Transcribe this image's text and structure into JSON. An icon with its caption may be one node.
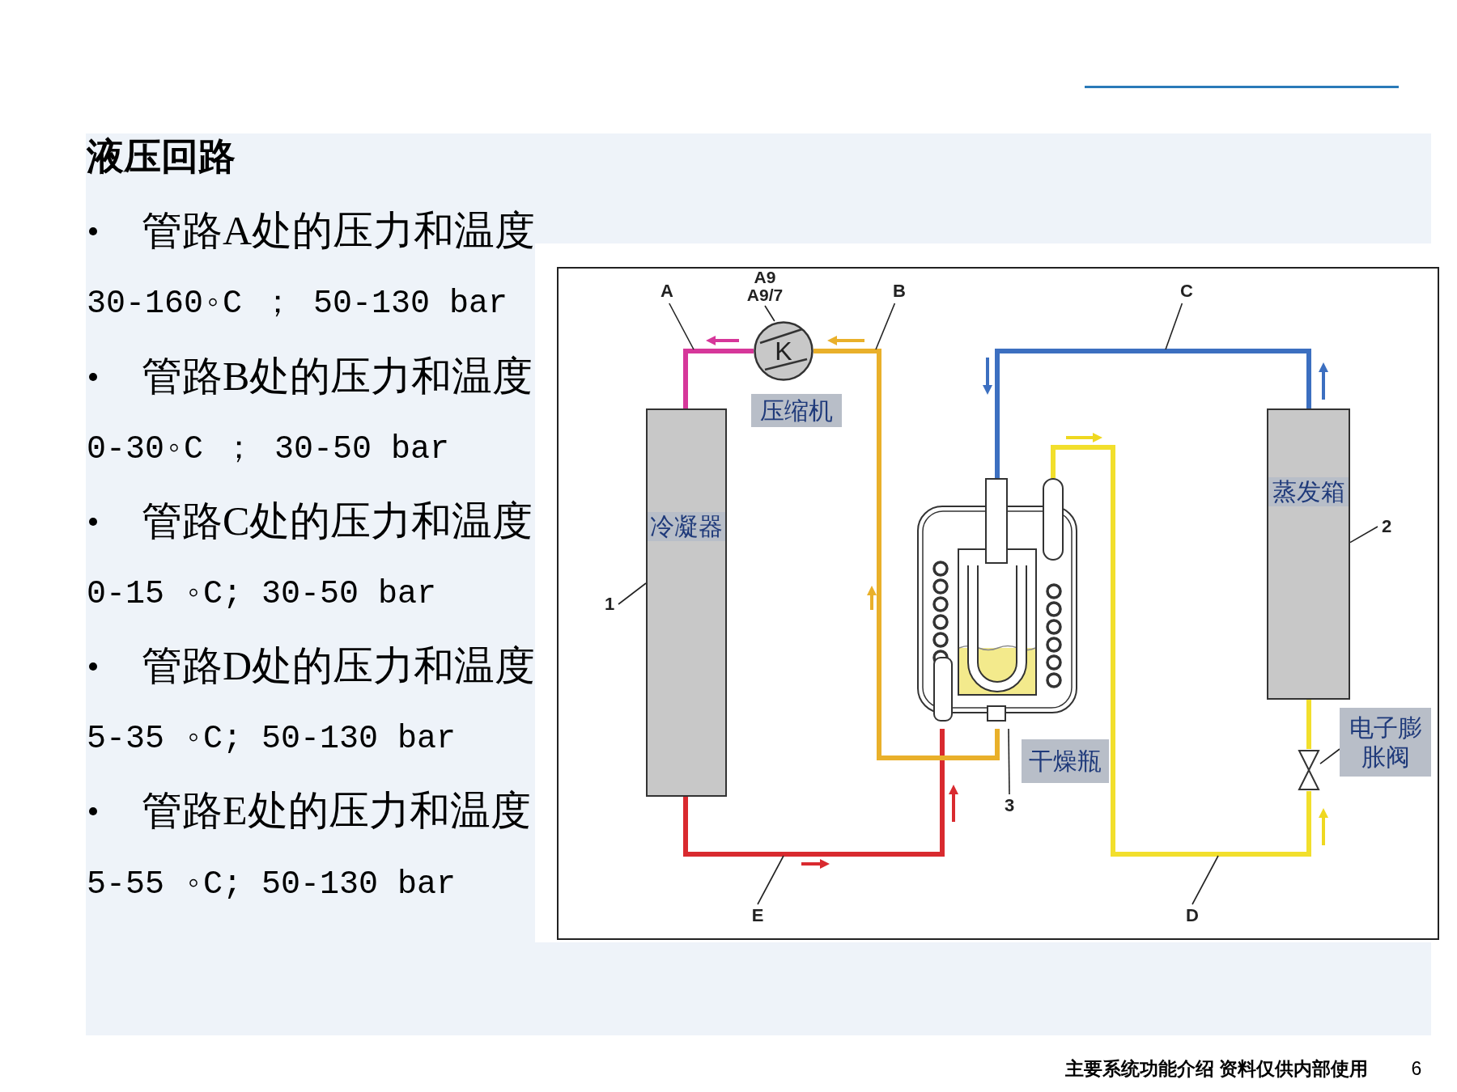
{
  "diagram": {
    "title": "液压回路",
    "nodes": [
      {
        "text": [
          "A"
        ]
      },
      {
        "text": [
          "A9",
          "A9/7"
        ]
      },
      {
        "text": [
          "B"
        ]
      },
      {
        "text": [
          "C"
        ]
      },
      {
        "text": [
          "K"
        ],
        "beside": [
          "压缩机"
        ]
      },
      {
        "text": [
          "冷凝器"
        ]
      },
      {
        "text": [
          "1"
        ]
      },
      {
        "text": [],
        "shape": "cylinder",
        "beside": [
          "干燥瓶"
        ]
      },
      {
        "text": [
          "蒸发箱"
        ]
      },
      {
        "text": [
          "2"
        ]
      },
      {
        "text": [],
        "shape": "valve"
      },
      {
        "text": [
          "3"
        ]
      },
      {
        "text": [
          "E"
        ]
      },
      {
        "text": [
          "D"
        ]
      },
      {
        "text": [
          "电子膨胀阀"
        ]
      }
    ],
    "edges": [
      {
        "from": 4,
        "to": 5,
        "arrow": "none",
        "style": "thick",
        "color": "#d6379a"
      },
      {
        "from": 5,
        "to": 7,
        "arrow": "none",
        "style": "thick",
        "color": "#d92a2f"
      },
      {
        "from": 7,
        "to": 4,
        "arrow": "none",
        "style": "thick",
        "color": "#e9b02a"
      },
      {
        "from": 8,
        "to": 7,
        "arrow": "none",
        "style": "thick",
        "color": "#3c6fc0"
      },
      {
        "from": 7,
        "to": 10,
        "arrow": "none",
        "style": "thick",
        "color": "#f2df2c"
      },
      {
        "from": 10,
        "to": 8,
        "arrow": "none",
        "style": "thick",
        "color": "#f2df2c"
      },
      {
        "from": 0,
        "to": null,
        "arrow": "none"
      },
      {
        "from": 1,
        "to": 4,
        "arrow": "none"
      },
      {
        "from": 2,
        "to": null,
        "arrow": "none"
      },
      {
        "from": 3,
        "to": null,
        "arrow": "none"
      },
      {
        "from": 6,
        "to": 5,
        "arrow": "none"
      },
      {
        "from": 9,
        "to": 8,
        "arrow": "none"
      },
      {
        "from": 11,
        "to": 7,
        "arrow": "none"
      },
      {
        "from": 12,
        "to": null,
        "arrow": "none"
      },
      {
        "from": 13,
        "to": null,
        "arrow": "none"
      },
      {
        "from": 14,
        "to": 10,
        "arrow": "none"
      }
    ],
    "labels": [
      "管路A处的压力和温度",
      "30-160◦C ； 50-130 bar",
      "管路B处的压力和温度",
      "0-30◦C ； 30-50 bar",
      "管路C处的压力和温度",
      "0-15 ◦C; 30-50 bar",
      "管路D处的压力和温度",
      "5-35 ◦C; 50-130 bar",
      "管路E处的压力和温度",
      "5-55 ◦C; 50-130 bar",
      "主要系统功能介绍 资料仅供内部使用",
      "6"
    ]
  }
}
